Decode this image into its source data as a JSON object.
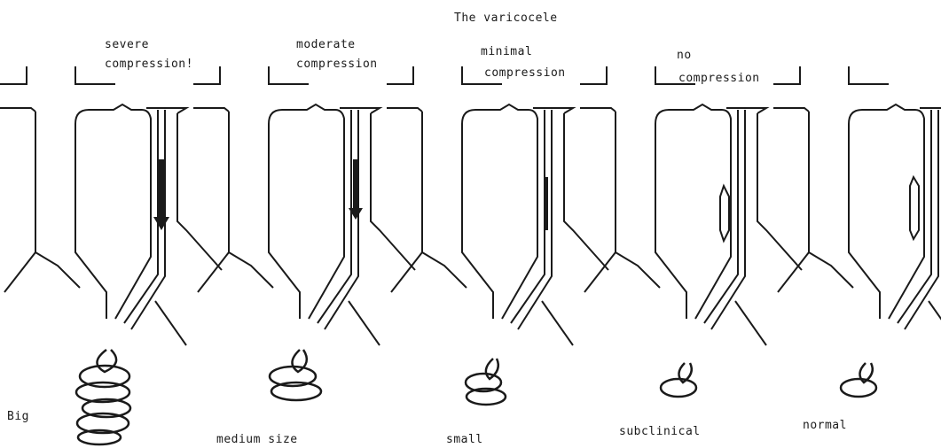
{
  "title": "The varicocele",
  "stages": [
    {
      "compression_line1": "severe",
      "compression_line2": "compression!",
      "size_label": "Big"
    },
    {
      "compression_line1": "moderate",
      "compression_line2": "compression",
      "size_label": "medium size"
    },
    {
      "compression_line1": "minimal",
      "compression_line2": "compression",
      "size_label": "small"
    },
    {
      "compression_line1": "no",
      "compression_line2": "compression",
      "size_label": "subclinical"
    },
    {
      "compression_line1": "",
      "compression_line2": "",
      "size_label": "normal"
    }
  ],
  "colors": {
    "ink": "#1a1a1a",
    "background": "#ffffff"
  }
}
